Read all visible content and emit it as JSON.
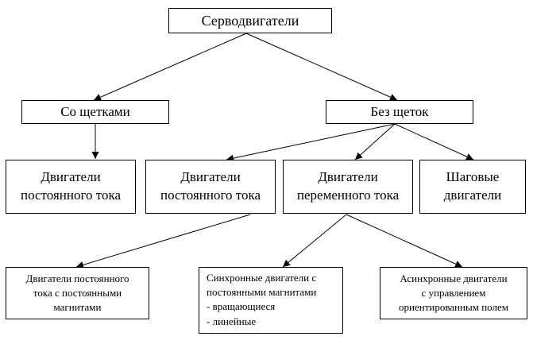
{
  "diagram": {
    "nodes": {
      "root": "Серводвигатели",
      "brushed": "Со щетками",
      "brushless": "Без щеток",
      "dc_brushed": "Двигатели\nпостоянного тока",
      "dc_brushless": "Двигатели\nпостоянного тока",
      "ac": "Двигатели\nпеременного тока",
      "stepper": "Шаговые\nдвигатели",
      "dc_pm": "Двигатели постоянного\nтока с постоянными\nмагнитами",
      "sync": "Синхронные двигатели с\nпостоянными магнитами\n- вращающиеся\n- линейные",
      "async": "Асинхронные двигатели\nс управлением\nориентированным полем"
    },
    "edges": [
      {
        "from": "root",
        "to": "brushed"
      },
      {
        "from": "root",
        "to": "brushless"
      },
      {
        "from": "brushed",
        "to": "dc_brushed"
      },
      {
        "from": "brushless",
        "to": "dc_brushless"
      },
      {
        "from": "brushless",
        "to": "ac"
      },
      {
        "from": "brushless",
        "to": "stepper"
      },
      {
        "from": "dc_brushless",
        "to": "dc_pm"
      },
      {
        "from": "ac",
        "to": "sync"
      },
      {
        "from": "ac",
        "to": "async"
      }
    ]
  }
}
